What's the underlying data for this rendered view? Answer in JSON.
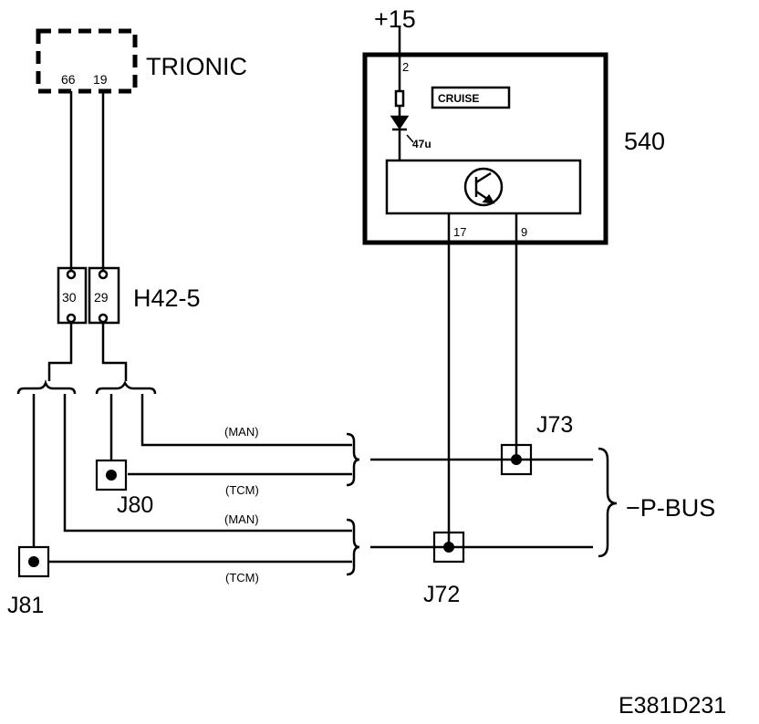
{
  "labels": {
    "trionic": "TRIONIC",
    "trionic_pin_a": "66",
    "trionic_pin_b": "19",
    "connector": "H42-5",
    "connector_pin_a": "30",
    "connector_pin_b": "29",
    "supply": "+15",
    "module": "540",
    "module_pin_supply": "2",
    "cruise": "CRUISE",
    "led_value": "47u",
    "module_pin_a": "17",
    "module_pin_b": "9",
    "man_top": "(MAN)",
    "tcm_top": "(TCM)",
    "man_bottom": "(MAN)",
    "tcm_bottom": "(TCM)",
    "j73": "J73",
    "j80": "J80",
    "j72": "J72",
    "j81": "J81",
    "bus": "−P-BUS",
    "code": "E381D231"
  }
}
